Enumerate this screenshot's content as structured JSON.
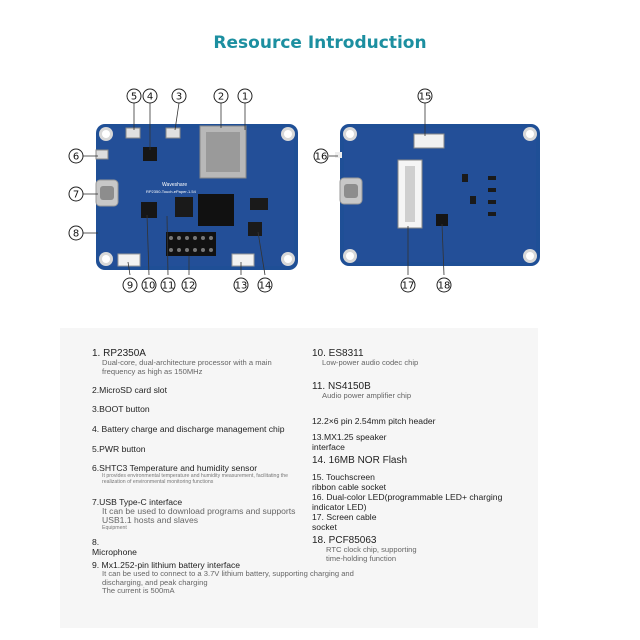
{
  "title": "Resource Introduction",
  "board_front": {
    "silk_brand": "Waveshare",
    "silk_model": "RP2350-Touch-ePaper-1.54"
  },
  "callouts": [
    "1",
    "2",
    "3",
    "4",
    "5",
    "6",
    "7",
    "8",
    "9",
    "10",
    "11",
    "12",
    "13",
    "14",
    "15",
    "16",
    "17",
    "18"
  ],
  "items": [
    {
      "title": "1. RP2350A",
      "desc": "Dual-core, dual-architecture processor with a main frequency as high as 150MHz"
    },
    {
      "title": "2.MicroSD card slot"
    },
    {
      "title": "3.BOOT button"
    },
    {
      "title": "4. Battery charge and discharge management chip"
    },
    {
      "title": "5.PWR button"
    },
    {
      "title": "6.SHTC3 Temperature and humidity sensor",
      "desc": "It provides environmental temperature and humidity measurement, facilitating the realization of environmental monitoring functions"
    },
    {
      "title": "7.USB Type-C interface",
      "desc": "It can be used to download programs and supports USB1.1 hosts and slaves",
      "note": "Equipment"
    },
    {
      "title": "8.",
      "title2": "Microphone"
    },
    {
      "title": "9. Mx1.252-pin lithium battery interface",
      "desc": "It can be used to connect to a 3.7V lithium battery, supporting charging and discharging, and peak charging",
      "desc2": "The current is 500mA"
    },
    {
      "title": "10. ES8311",
      "desc": "Low-power audio codec chip"
    },
    {
      "title": "11. NS4150B",
      "desc": "Audio power amplifier chip"
    },
    {
      "title": "12.2×6 pin 2.54mm pitch header"
    },
    {
      "title": "13.MX1.25 speaker",
      "title2": "interface"
    },
    {
      "title": "14. 16MB NOR Flash"
    },
    {
      "title": "15. Touchscreen",
      "title2": "ribbon cable socket"
    },
    {
      "title": "16. Dual-color LED(programmable LED+ charging",
      "title2": "indicator LED)"
    },
    {
      "title": "17. Screen cable",
      "title2": "socket"
    },
    {
      "title": "18. PCF85063",
      "desc": "RTC clock chip, supporting",
      "desc2": "time-holding function"
    }
  ]
}
